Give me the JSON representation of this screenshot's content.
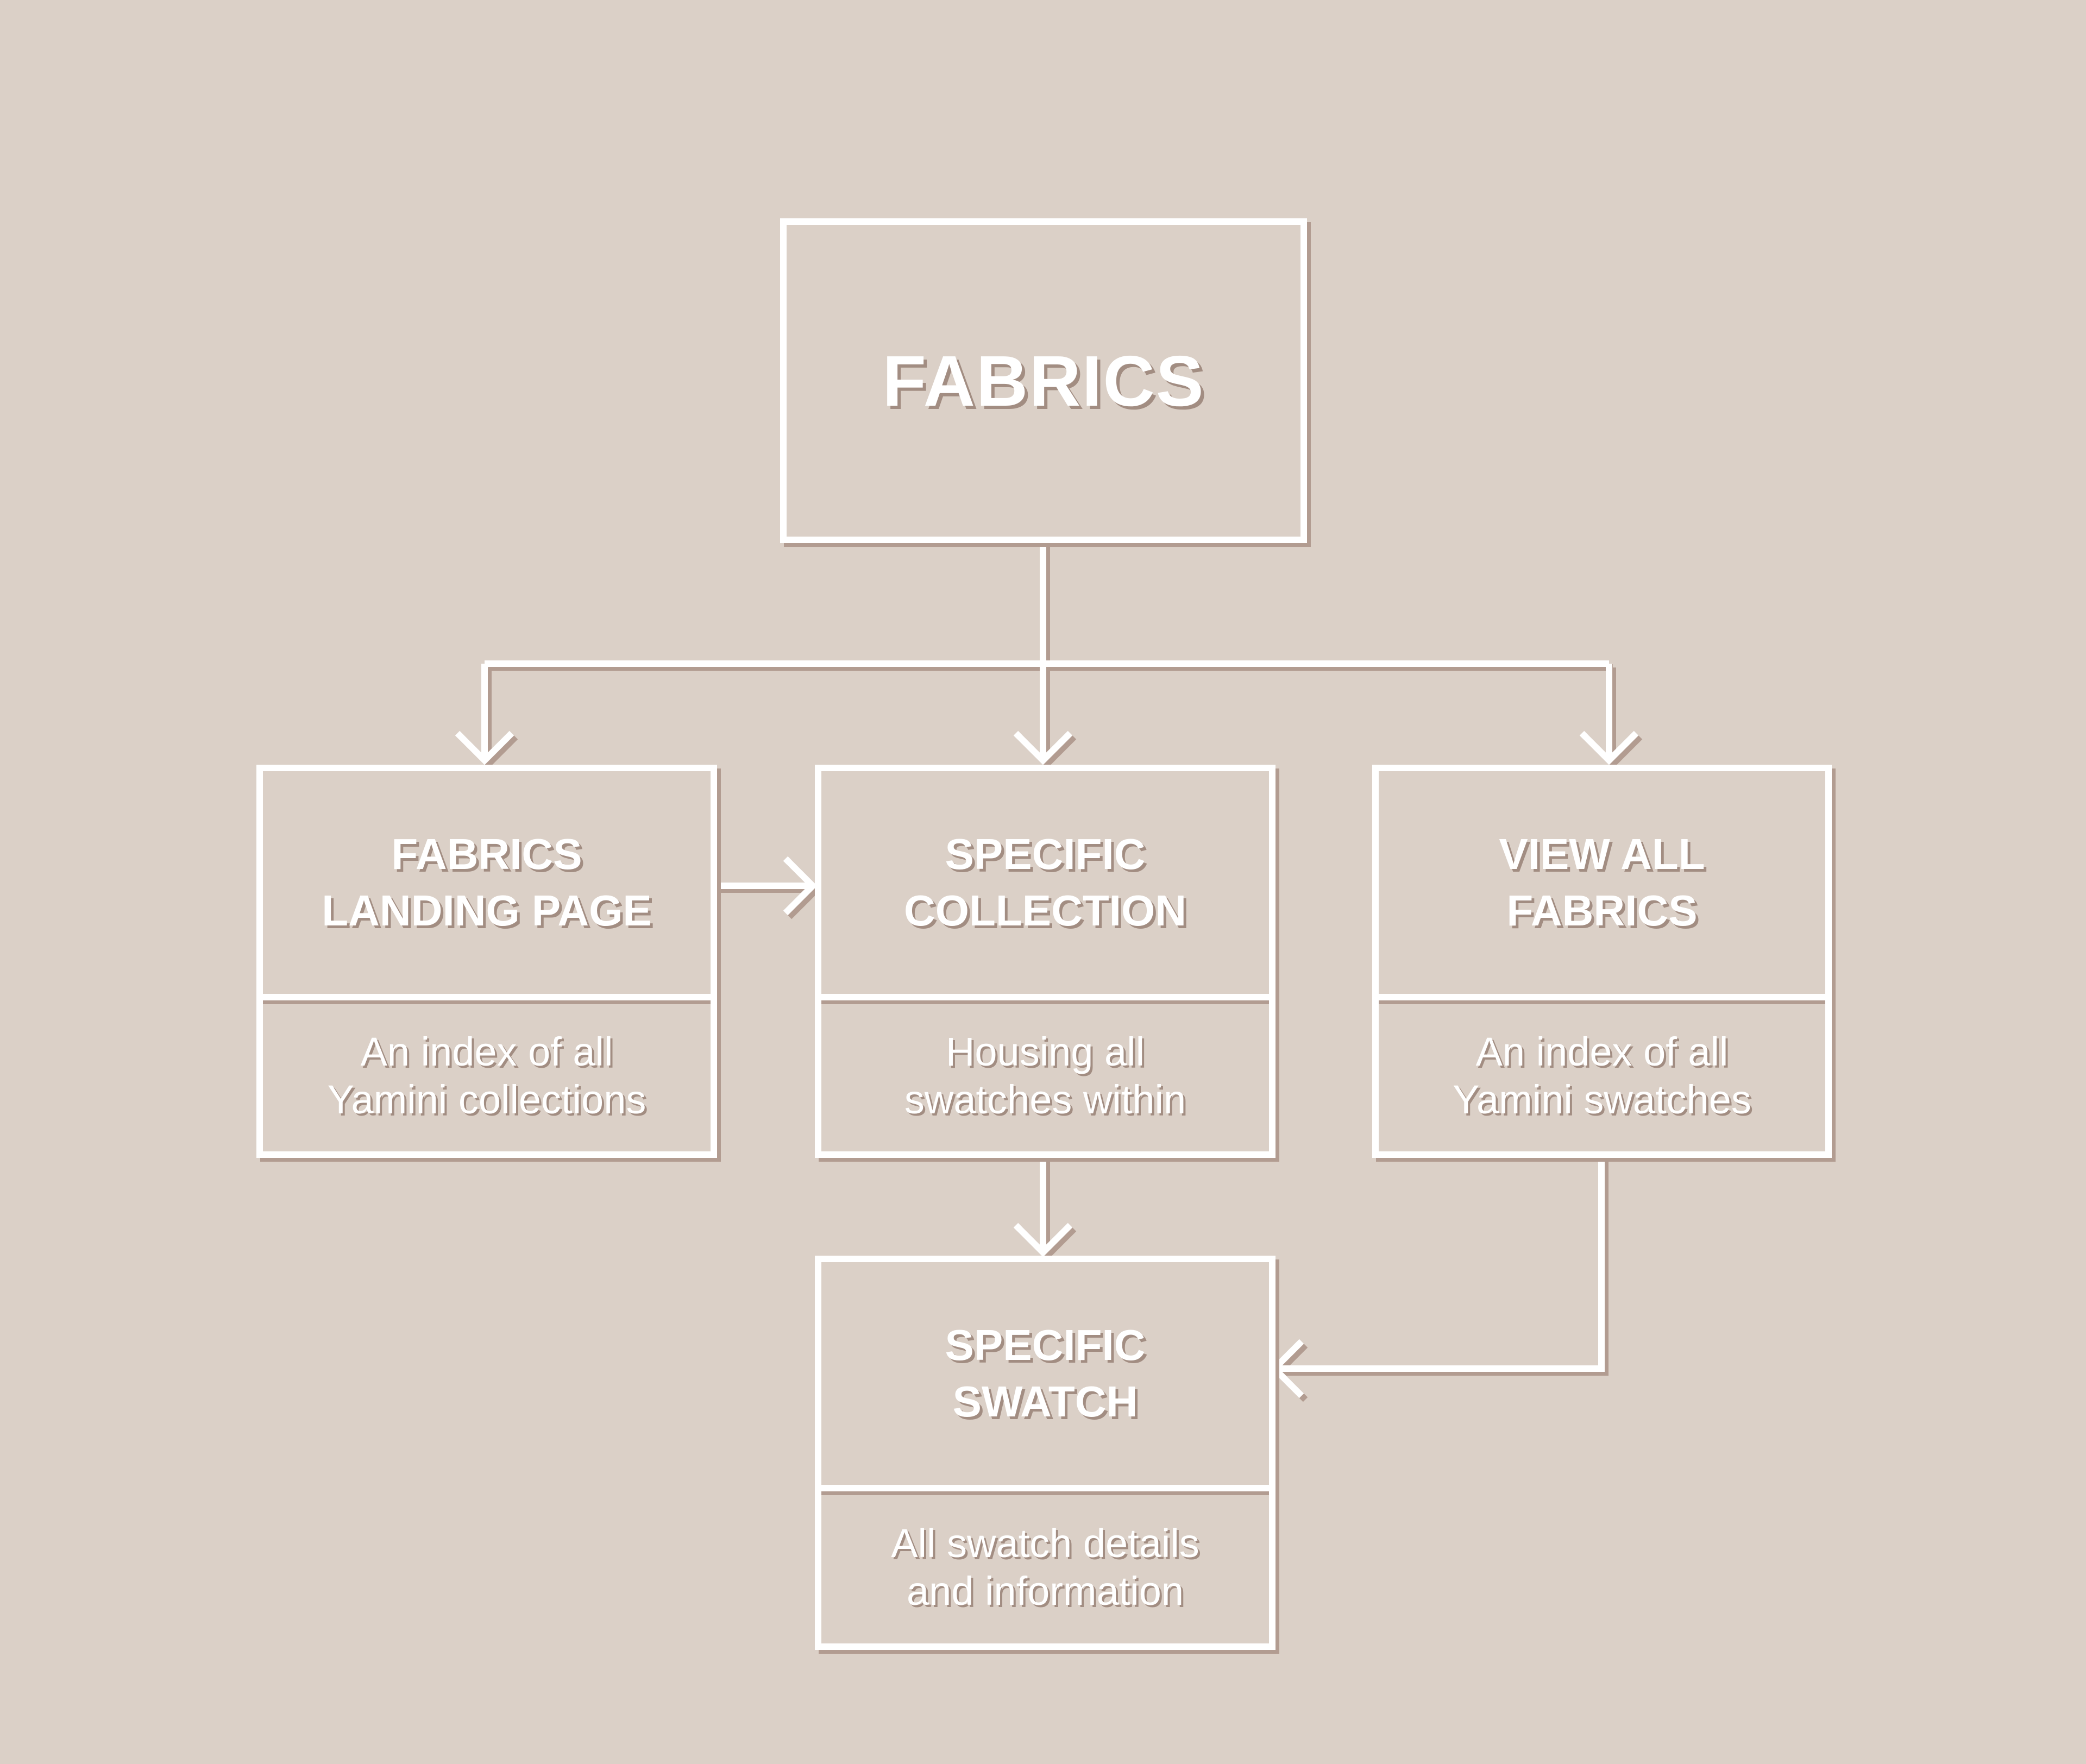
{
  "colors": {
    "background": "#dbd0c7",
    "stroke": "#ffffff",
    "shadow": "#b29c91"
  },
  "nodes": {
    "fabrics": {
      "title": "FABRICS"
    },
    "landing": {
      "title_lines": [
        "FABRICS",
        "LANDING PAGE"
      ],
      "desc_lines": [
        "An index of all",
        "Yamini collections"
      ]
    },
    "collection": {
      "title_lines": [
        "SPECIFIC",
        "COLLECTION"
      ],
      "desc_lines": [
        "Housing all",
        "swatches within"
      ]
    },
    "view_all": {
      "title_lines": [
        "VIEW ALL",
        "FABRICS"
      ],
      "desc_lines": [
        "An index of all",
        "Yamini swatches"
      ]
    },
    "swatch": {
      "title_lines": [
        "SPECIFIC",
        "SWATCH"
      ],
      "desc_lines": [
        "All swatch details",
        "and information"
      ]
    }
  },
  "edges": [
    {
      "from": "fabrics",
      "to": "landing"
    },
    {
      "from": "fabrics",
      "to": "collection"
    },
    {
      "from": "fabrics",
      "to": "view_all"
    },
    {
      "from": "landing",
      "to": "collection"
    },
    {
      "from": "collection",
      "to": "swatch"
    },
    {
      "from": "view_all",
      "to": "swatch"
    }
  ]
}
